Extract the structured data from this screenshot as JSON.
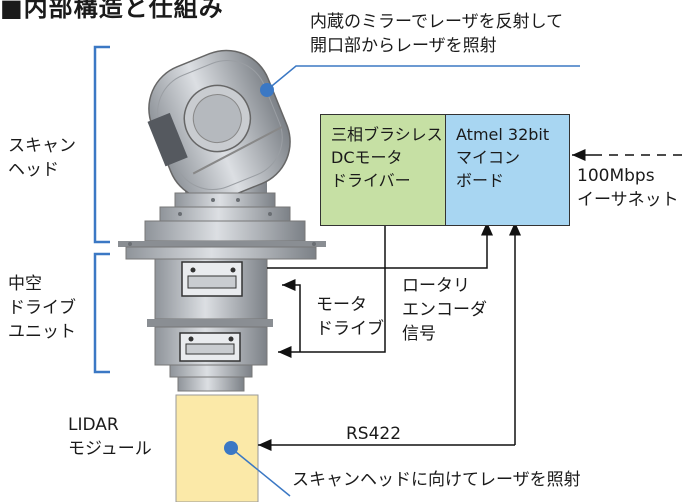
{
  "section_title": "■内部構造と仕組み",
  "callouts": {
    "mirror": [
      "内蔵のミラーでレーザを反射して",
      "開口部からレーザを照射"
    ],
    "scan_to_head": "スキャンヘッドに向けてレーザを照射"
  },
  "parts": {
    "scan_head": [
      "スキャン",
      "ヘッド"
    ],
    "hollow_drive": [
      "中空",
      "ドライブ",
      "ユニット"
    ],
    "lidar": [
      "LIDAR",
      "モジュール"
    ]
  },
  "boxes": {
    "motor_driver": {
      "lines": [
        "三相ブラシレス",
        "DCモータ",
        "ドライバー"
      ],
      "color": "#c6e0a4"
    },
    "mcu": {
      "lines": [
        "Atmel 32bit",
        "マイコン",
        "ボード"
      ],
      "color": "#a8d6f2"
    }
  },
  "signals": {
    "ethernet": [
      "100Mbps",
      "イーサネット"
    ],
    "encoder": [
      "ロータリ",
      "エンコーダ",
      "信号"
    ],
    "motor_drive": [
      "モータ",
      "ドライブ"
    ],
    "rs422": "RS422"
  },
  "colors": {
    "bracket": "#3b78c4",
    "lidar_box": "#fbe9a8"
  }
}
